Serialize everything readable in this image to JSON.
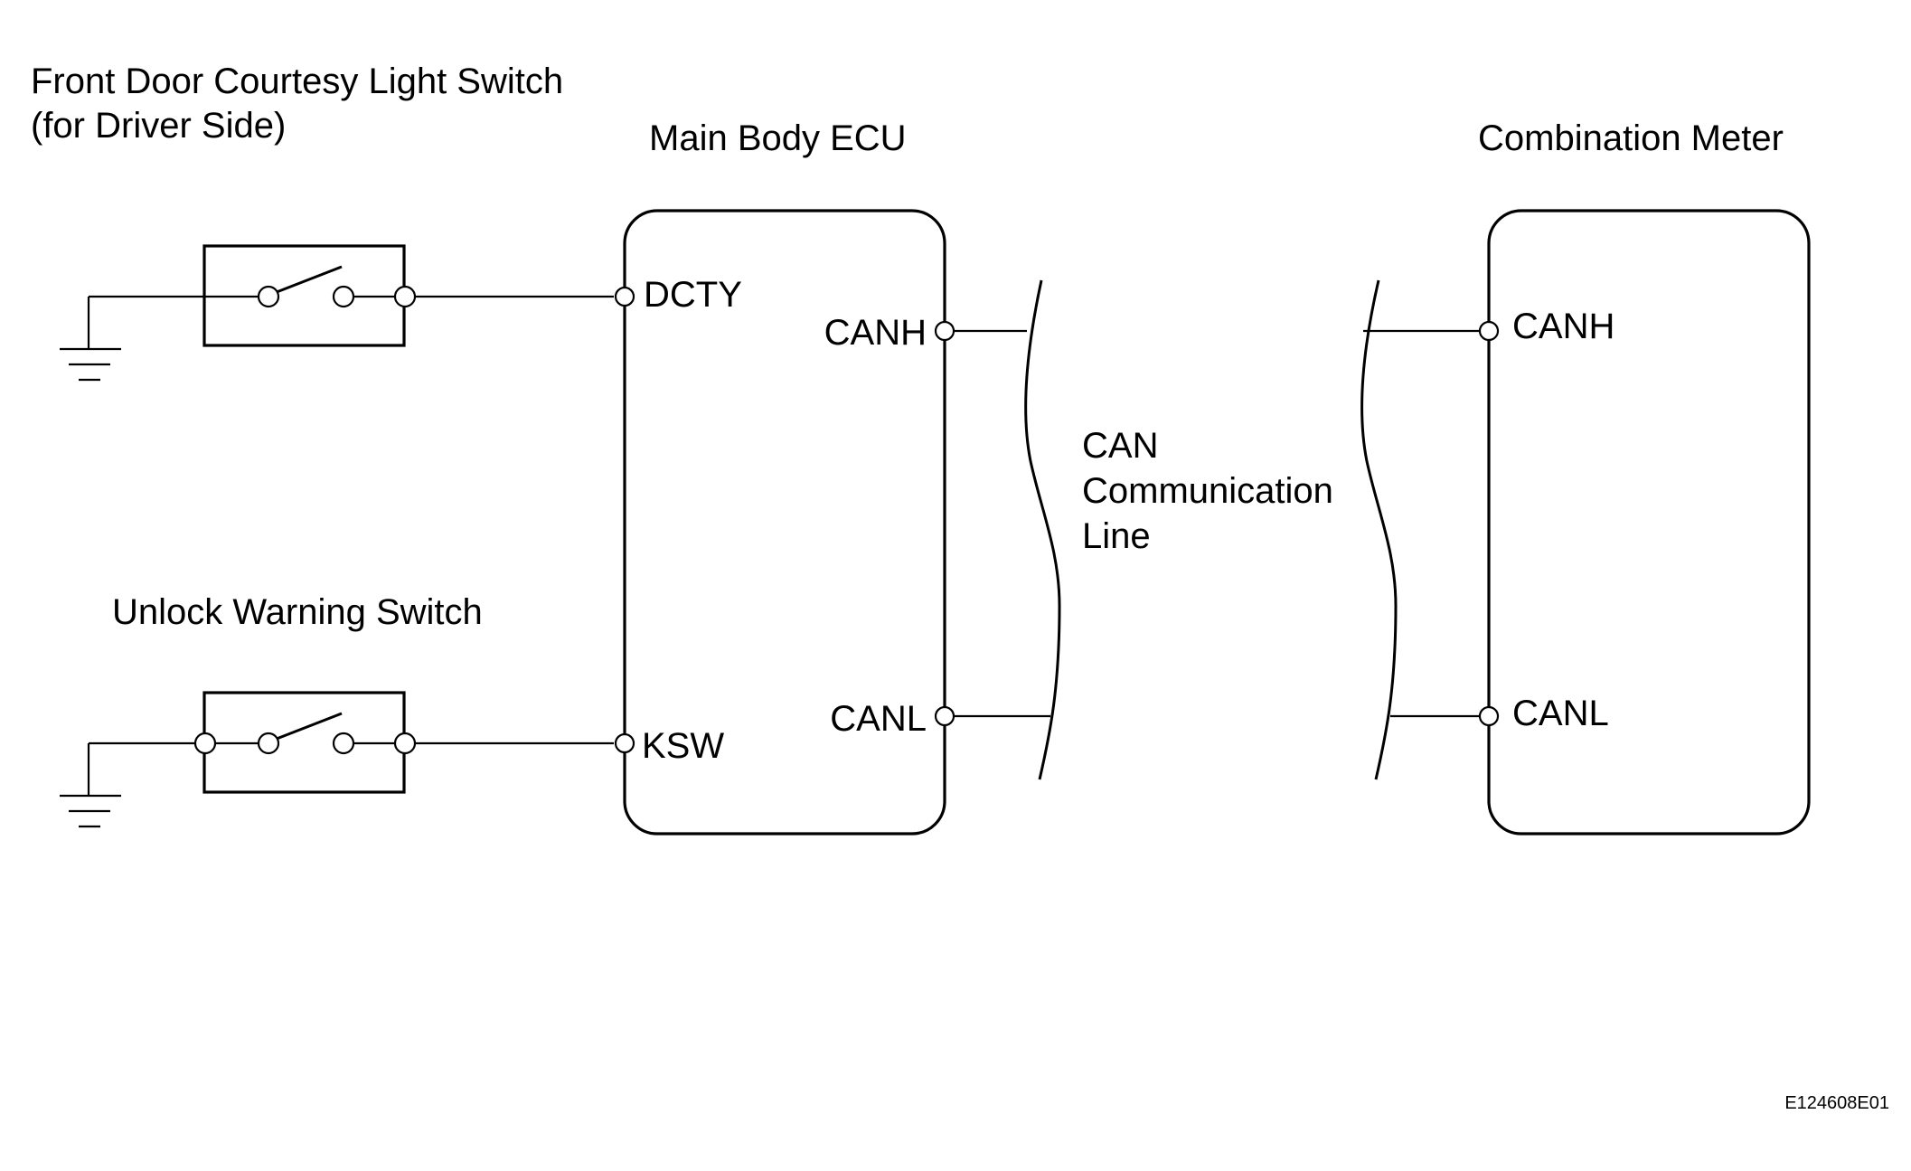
{
  "labels": {
    "front_door_switch_line1": "Front Door Courtesy Light Switch",
    "front_door_switch_line2": "(for Driver Side)",
    "main_body_ecu": "Main Body ECU",
    "combination_meter": "Combination Meter",
    "unlock_warning_switch": "Unlock Warning Switch",
    "can_line_1": "CAN",
    "can_line_2": "Communication",
    "can_line_3": "Line",
    "figure_code": "E124608E01"
  },
  "ecu_pins": {
    "dcty": "DCTY",
    "ksw": "KSW",
    "canh": "CANH",
    "canl": "CANL"
  },
  "meter_pins": {
    "canh": "CANH",
    "canl": "CANL"
  },
  "colors": {
    "line": "#000000",
    "background": "#ffffff"
  }
}
